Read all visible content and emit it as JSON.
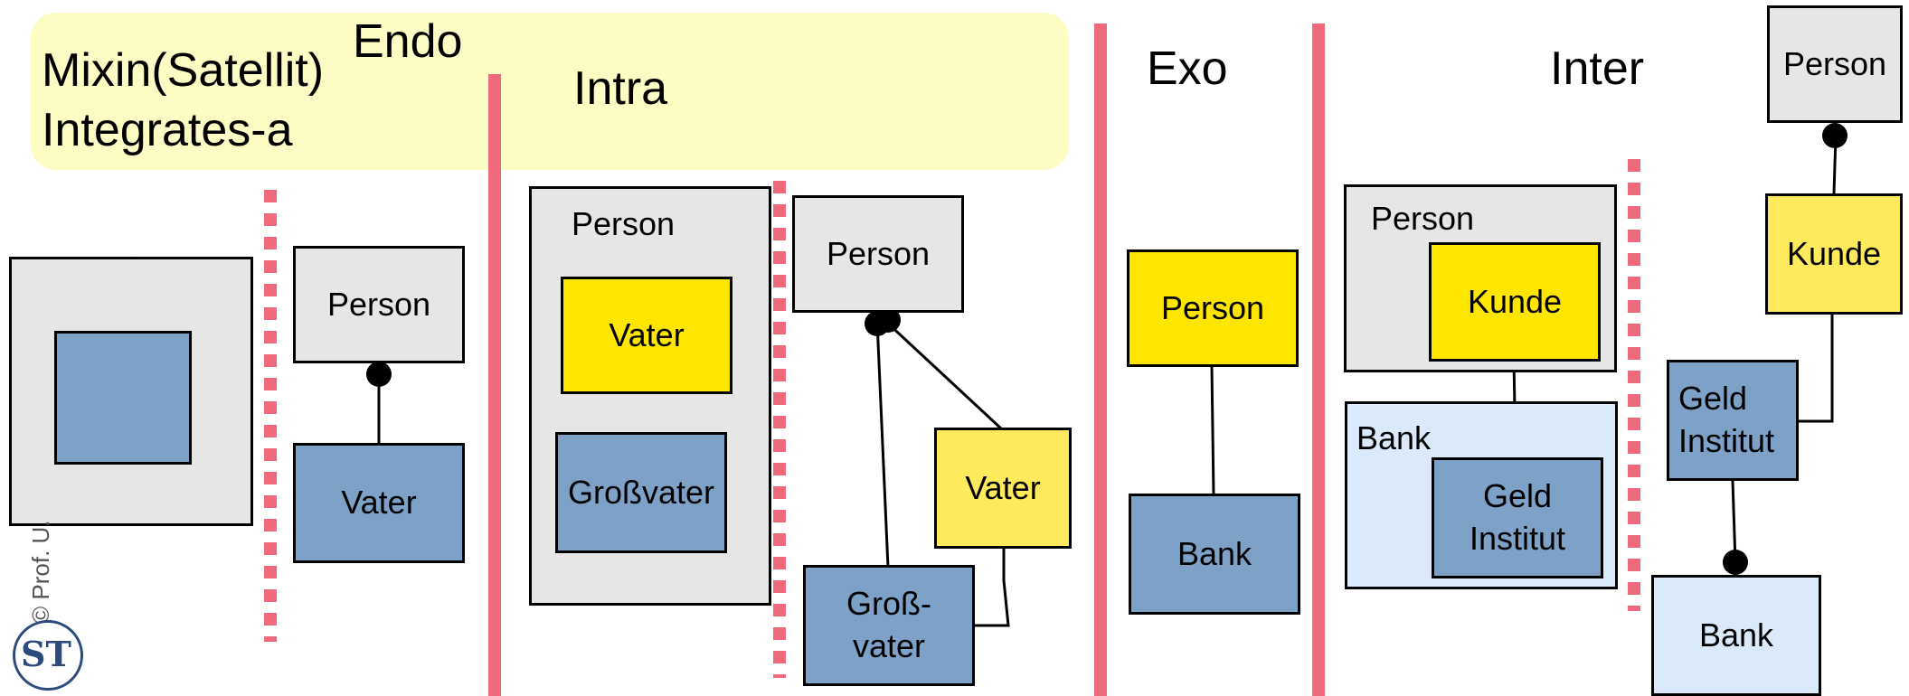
{
  "colors": {
    "red_line": "#ee6a7c",
    "highlight": "#fdfcc4",
    "grey_box": "#e6e6e6",
    "blue_box": "#7ea1c8",
    "light_blue_box": "#dbeafb",
    "yellow_box": "#ffe600",
    "light_yellow_box": "#ffe95c"
  },
  "highlight": {
    "line1": "Mixin(Satellit)",
    "line2": "Integrates-a"
  },
  "sections": {
    "endo": "Endo",
    "intra": "Intra",
    "exo": "Exo",
    "inter": "Inter"
  },
  "endo": {
    "person": "Person",
    "vater": "Vater"
  },
  "intra": {
    "container_label": "Person",
    "vater_inner": "Vater",
    "grossvater_inner": "Großvater",
    "person": "Person",
    "vater": "Vater",
    "grossvater_line1": "Groß-",
    "grossvater_line2": "vater"
  },
  "exo": {
    "person": "Person",
    "bank": "Bank"
  },
  "inter": {
    "person_container": "Person",
    "kunde_inner": "Kunde",
    "bank_container": "Bank",
    "geld_inner_line1": "Geld",
    "geld_inner_line2": "Institut",
    "person": "Person",
    "kunde": "Kunde",
    "geld_line1": "Geld",
    "geld_line2": "Institut",
    "bank": "Bank"
  },
  "footer": {
    "copyright": "© Prof. U.",
    "logo": "ST"
  }
}
